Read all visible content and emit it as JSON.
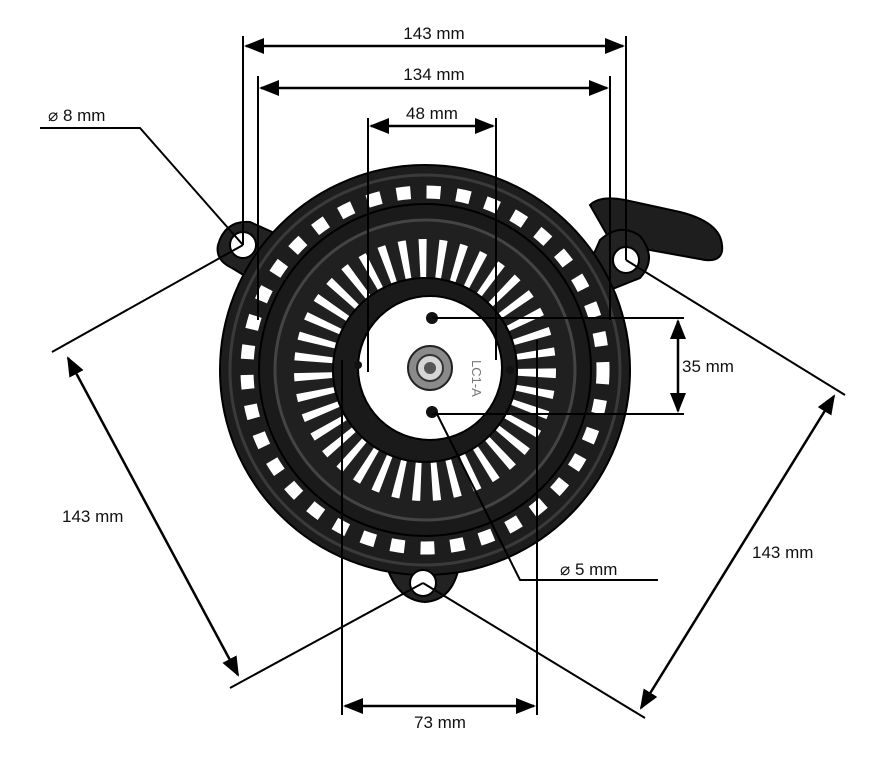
{
  "diagram": {
    "subject": "recoil-starter-dimension-drawing",
    "colors": {
      "line": "#000000",
      "body": "#1a1a1a",
      "body_highlight": "#3a3a3a",
      "background": "#ffffff"
    },
    "dimensions": {
      "width_outer": "143 mm",
      "width_inner": "134 mm",
      "hub_width": "48 mm",
      "hole_diameter_large": "⌀ 8 mm",
      "hole_spacing_vertical": "35 mm",
      "side_left": "143 mm",
      "side_right": "143 mm",
      "hole_diameter_small": "⌀ 5 mm",
      "bottom_width": "73 mm"
    },
    "molded_text": {
      "part_code": "LC1-A"
    }
  }
}
